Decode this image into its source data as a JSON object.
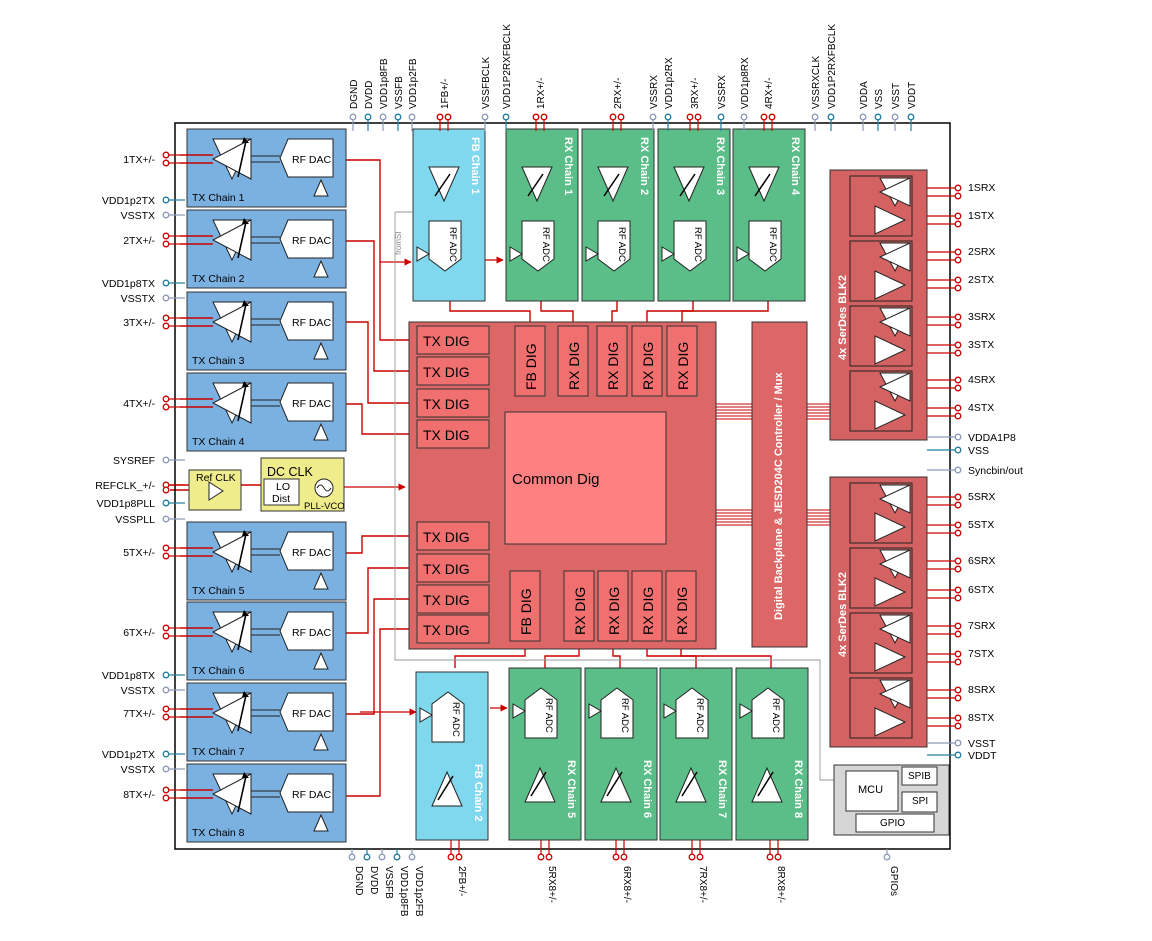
{
  "tx_chains": [
    {
      "pin": "1TX+/-",
      "label": "TX Chain 1",
      "dac": "RF DAC"
    },
    {
      "pin": "2TX+/-",
      "label": "TX Chain 2",
      "dac": "RF DAC"
    },
    {
      "pin": "3TX+/-",
      "label": "TX Chain 3",
      "dac": "RF DAC"
    },
    {
      "pin": "4TX+/-",
      "label": "TX Chain 4",
      "dac": "RF DAC"
    },
    {
      "pin": "5TX+/-",
      "label": "TX Chain 5",
      "dac": "RF DAC"
    },
    {
      "pin": "6TX+/-",
      "label": "TX Chain 6",
      "dac": "RF DAC"
    },
    {
      "pin": "7TX+/-",
      "label": "TX Chain 7",
      "dac": "RF DAC"
    },
    {
      "pin": "8TX+/-",
      "label": "TX Chain 8",
      "dac": "RF DAC"
    }
  ],
  "left_pins": [
    "VDD1p2TX",
    "VSSTX",
    "VDD1p8TX",
    "VSSTX",
    "SYSREF",
    "REFCLK_+/-",
    "VDD1p8PLL",
    "VSSPLL",
    "VDD1p8TX",
    "VSSTX",
    "VDD1p2TX",
    "VSSTX"
  ],
  "top_pins": [
    "DGND",
    "DVDD",
    "VDD1p8FB",
    "VSSFB",
    "VDD1p2FB",
    "1FB+/-",
    "VSSFBCLK",
    "VDD1P2RXFBCLK",
    "1RX+/-",
    "2RX+/-",
    "VSSRX",
    "VDD1p2RX",
    "3RX+/-",
    "VSSRX",
    "VDD1p8RX",
    "4RX+/-",
    "VSSRXCLK",
    "VDD1P2RXFBCLK",
    "VDDA",
    "VSS",
    "VSST",
    "VDDT"
  ],
  "bottom_pins": [
    "DGND",
    "DVDD",
    "VSSFB",
    "VDD1p8FB",
    "VDD1p2FB",
    "2FB+/-",
    "5RX8+/-",
    "6RX8+/-",
    "7RX8+/-",
    "8RX8+/-",
    "GPIOs"
  ],
  "right_pins": [
    "1SRX",
    "1STX",
    "2SRX",
    "2STX",
    "3SRX",
    "3STX",
    "4SRX",
    "4STX",
    "VDDA1P8",
    "VSS",
    "Syncbin/out",
    "5SRX",
    "5STX",
    "6SRX",
    "6STX",
    "7SRX",
    "7STX",
    "8SRX",
    "8STX",
    "VSST",
    "VDDT"
  ],
  "fb_chains": [
    "FB Chain 1",
    "FB Chain 2"
  ],
  "rx_chains_top": [
    "RX Chain 1",
    "RX Chain 2",
    "RX Chain 3",
    "RX Chain 4"
  ],
  "rx_chains_bottom": [
    "RX Chain 5",
    "RX Chain 6",
    "RX Chain 7",
    "RX Chain 8"
  ],
  "adc_label": "RF ADC",
  "fromsi_label": "fromSI",
  "tx_dig": "TX DIG",
  "fb_dig": "FB DIG",
  "rx_dig": "RX DIG",
  "common_dig": "Common Dig",
  "backplane": "Digital Backplane & JESD204C Controller / Mux",
  "serdes": [
    "4x SerDes BLK2",
    "4x SerDes BLK2"
  ],
  "ref_clk": "Ref CLK",
  "dc_clk": "DC CLK",
  "lo_dist": [
    "LO",
    "Dist"
  ],
  "pll_vco": "PLL-VCO",
  "mcu": "MCU",
  "spib": "SPIB",
  "spi": "SPI",
  "gpio": "GPIO",
  "colors": {
    "tx": "#7ab1e1",
    "fb": "#7fd8ee",
    "rx": "#5bbd87",
    "dig": "#dd6666",
    "dig_inner": "#f07070",
    "common": "#ff8080",
    "serdes": "#d46262",
    "clk": "#efec8c",
    "mcu": "#d6d6d6",
    "wire": "#cc0000",
    "pin_red": "#cc0000",
    "pin_blue": "#1f7f9e",
    "pin_grey": "#8a9ab8"
  }
}
